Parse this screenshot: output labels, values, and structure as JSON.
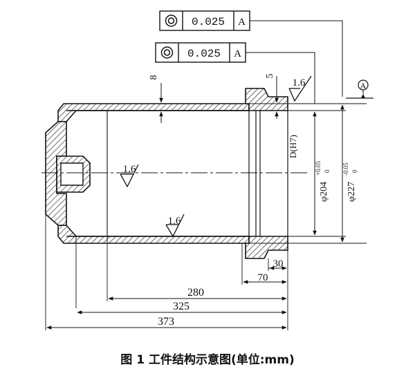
{
  "tolerance_frames": [
    {
      "symbol": "concentricity-icon",
      "value": "0.025",
      "datum": "A"
    },
    {
      "symbol": "concentricity-icon",
      "value": "0.025",
      "datum": "A"
    }
  ],
  "datum_label": "A",
  "roughness": [
    {
      "value": "1.6"
    },
    {
      "value": "1.6"
    },
    {
      "value": "1.6"
    }
  ],
  "dimensions": {
    "wall_thickness": "8",
    "flange_step": "5",
    "bore_fit": "D(H7)",
    "bore_diameter": {
      "prefix": "φ",
      "value": "204",
      "upper": "+0.05",
      "lower": "0"
    },
    "outer_diameter": {
      "prefix": "φ",
      "value": "227",
      "upper": "-0.05",
      "lower": "0"
    },
    "len_30": "30",
    "len_70": "70",
    "len_280": "280",
    "len_325": "325",
    "len_373": "373"
  },
  "caption": "图 1  工件结构示意图(单位:mm)"
}
